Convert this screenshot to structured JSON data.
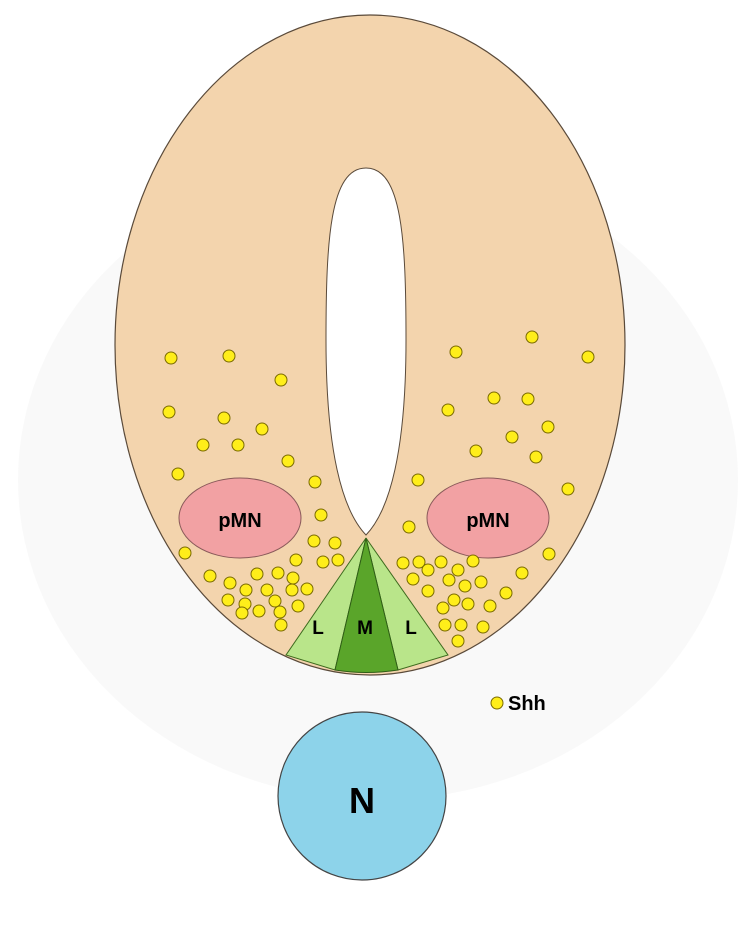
{
  "labels": {
    "progenitor_left": "pMN",
    "progenitor_right": "pMN",
    "lateral_left": "L",
    "medial": "M",
    "lateral_right": "L",
    "notochord": "N",
    "legend_shh": "Shh"
  },
  "colors": {
    "neural_tube": "#f3d4ad",
    "neural_tube_outline": "#5a4a3a",
    "lumen": "#ffffff",
    "pmn_domain": "#f2a1a3",
    "floor_plate_lateral": "#b9e58a",
    "floor_plate_medial": "#5aa52a",
    "notochord": "#8dd3ea",
    "shh_dot": "#ffee1a",
    "shh_dot_outline": "#7a6a00"
  }
}
